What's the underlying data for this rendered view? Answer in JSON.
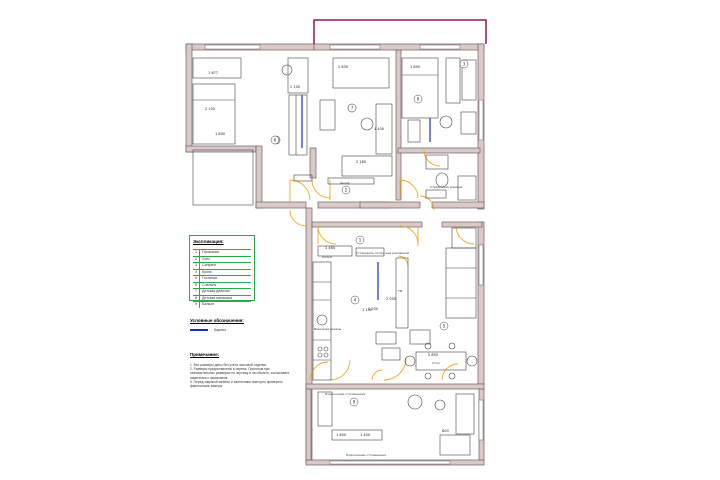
{
  "explication": {
    "title": "Экспликация:",
    "rooms": [
      {
        "n": "1",
        "name": "Прихожая"
      },
      {
        "n": "2",
        "name": "Холл"
      },
      {
        "n": "3",
        "name": "Санузел"
      },
      {
        "n": "4",
        "name": "Кухня"
      },
      {
        "n": "5",
        "name": "Гостиная"
      },
      {
        "n": "6",
        "name": "Спальня"
      },
      {
        "n": "7",
        "name": "Детская девочки"
      },
      {
        "n": "8",
        "name": "Детская мальчика"
      },
      {
        "n": "9",
        "name": "Балкон"
      }
    ]
  },
  "symbols": {
    "title": "Условные обозначения:",
    "items": [
      {
        "label": "Карниз",
        "color": "#1a2fb5"
      }
    ]
  },
  "notes": {
    "title": "Примечание:",
    "items": [
      "1. Все размеры даны без учёта чистовой отделки.",
      "2. Размеры предоставлены в чертеж. Проектом при незначительных размерах по чертежу и на объекте, согласовать изменения с заказчиком.",
      "3. Перед закупкой мебели и сантехники повторно проверить фактические замеры."
    ]
  },
  "dimensions": [
    "1 677",
    "2 100",
    "1 800",
    "2 830",
    "1 690",
    "2 100",
    "2 180",
    "1 400",
    "1 460",
    "2 850",
    "1 150",
    "1 600",
    "1 400",
    "1 200",
    "2 050",
    "800"
  ],
  "room_markers": [
    "1",
    "2",
    "3",
    "4",
    "5",
    "6",
    "7",
    "8",
    "9"
  ],
  "labels": {
    "shelf": "Полки",
    "wardrobe": "Шкаф",
    "washing": "Стиральная машина",
    "plan_caption": "Установить полку над раковиной",
    "kitchen_caption": "Подоконник-столешница",
    "balcony_caption": "Подоконник-столешница",
    "tv": "ТВ",
    "hob": "Варочная панель",
    "table": "Стол"
  },
  "colors": {
    "wall": "#8a7a7a",
    "wall_fill": "#d9c9c9",
    "door": "#f5a623",
    "balcony": "#8b1a5a",
    "legend_border": "#2aa84a",
    "cornice": "#1a2fb5"
  }
}
